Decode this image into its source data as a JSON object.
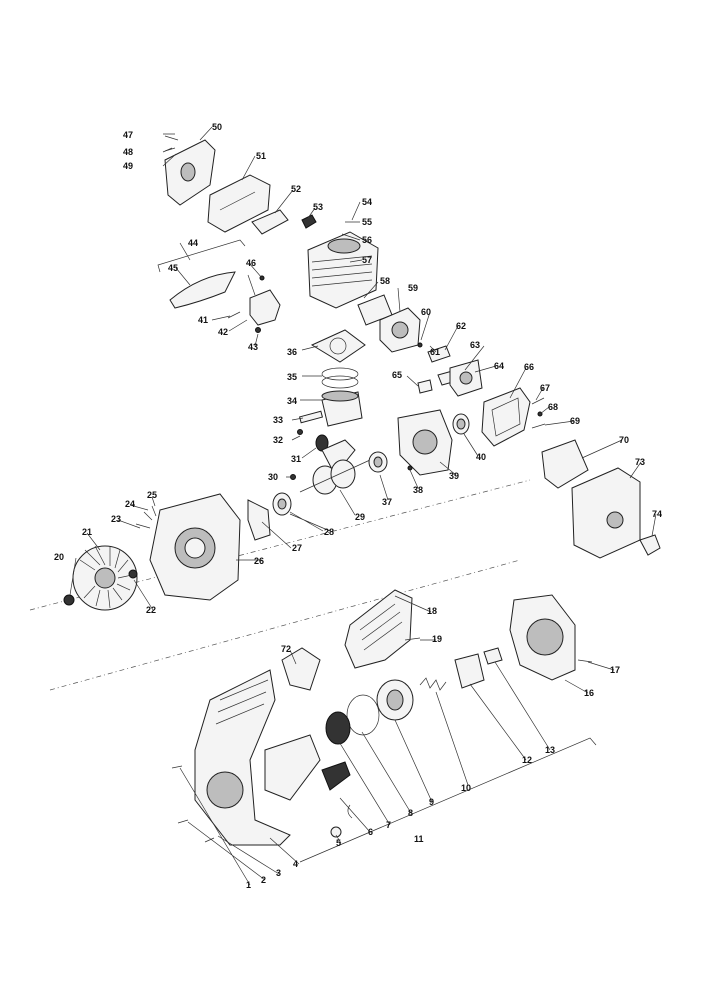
{
  "diagram": {
    "callouts": [
      "1",
      "2",
      "3",
      "4",
      "5",
      "6",
      "7",
      "8",
      "9",
      "10",
      "11",
      "12",
      "13",
      "16",
      "17",
      "18",
      "19",
      "20",
      "21",
      "22",
      "23",
      "24",
      "25",
      "26",
      "27",
      "28",
      "29",
      "30",
      "31",
      "32",
      "33",
      "34",
      "35",
      "36",
      "37",
      "38",
      "39",
      "40",
      "41",
      "42",
      "43",
      "44",
      "45",
      "46",
      "47",
      "48",
      "49",
      "50",
      "51",
      "52",
      "53",
      "54",
      "55",
      "56",
      "57",
      "58",
      "59",
      "60",
      "61",
      "62",
      "63",
      "64",
      "65",
      "66",
      "67",
      "68",
      "69",
      "70",
      "72",
      "73",
      "74"
    ]
  }
}
